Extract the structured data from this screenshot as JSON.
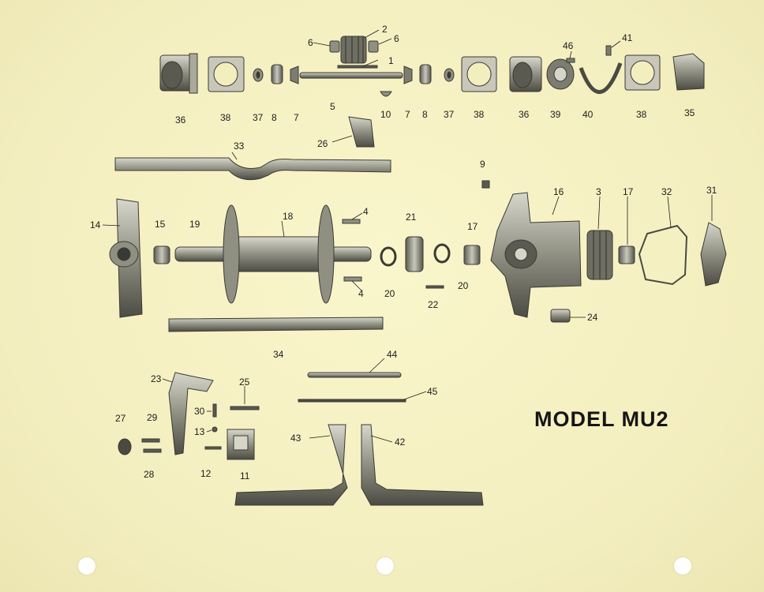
{
  "title": "MODEL MU2",
  "labels": {
    "n1": "1",
    "n2": "2",
    "n3": "3",
    "n4a": "4",
    "n4b": "4",
    "n5": "5",
    "n6a": "6",
    "n6b": "6",
    "n7a": "7",
    "n7b": "7",
    "n8a": "8",
    "n8b": "8",
    "n9": "9",
    "n10": "10",
    "n11": "11",
    "n12": "12",
    "n13": "13",
    "n14": "14",
    "n15": "15",
    "n16": "16",
    "n17a": "17",
    "n17b": "17",
    "n18": "18",
    "n19": "19",
    "n20a": "20",
    "n20b": "20",
    "n21": "21",
    "n22": "22",
    "n23": "23",
    "n24": "24",
    "n25": "25",
    "n26": "26",
    "n27": "27",
    "n28": "28",
    "n29": "29",
    "n30": "30",
    "n31": "31",
    "n32": "32",
    "n33": "33",
    "n34": "34",
    "n35": "35",
    "n36a": "36",
    "n36b": "36",
    "n37a": "37",
    "n37b": "37",
    "n38a": "38",
    "n38b": "38",
    "n38c": "38",
    "n39": "39",
    "n40": "40",
    "n41": "41",
    "n42": "42",
    "n43": "43",
    "n44": "44",
    "n45": "45",
    "n46": "46"
  },
  "colors": {
    "paper": "#f6f2c4",
    "part_fill": "#9a9a8a",
    "part_dark": "#4a4a42",
    "part_light": "#d6d5c8",
    "ink": "#1d1d1d",
    "hole": "#ffffff"
  }
}
